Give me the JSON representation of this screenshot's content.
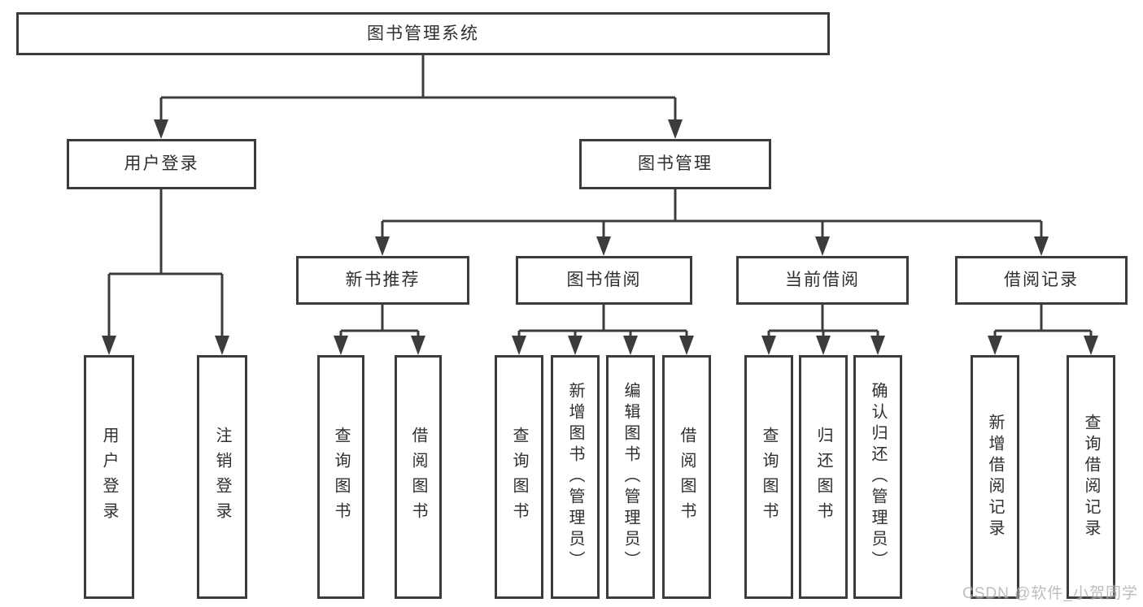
{
  "watermark": "CSDN @软件_小贺同学",
  "colors": {
    "line": "#3c3c3c",
    "box_border": "#3c3c3c",
    "box_background": "#ffffff",
    "text": "#2f2f2f",
    "watermark": "#949494"
  },
  "tree": {
    "root": {
      "label": "图书管理系统"
    },
    "branches": [
      {
        "label": "用户登录",
        "children": [
          {
            "label": "用户登录"
          },
          {
            "label": "注销登录"
          }
        ]
      },
      {
        "label": "图书管理",
        "children": [
          {
            "label": "新书推荐",
            "children": [
              {
                "label": "查询图书"
              },
              {
                "label": "借阅图书"
              }
            ]
          },
          {
            "label": "图书借阅",
            "children": [
              {
                "label": "查询图书"
              },
              {
                "label": "新增图书（管理员）"
              },
              {
                "label": "编辑图书（管理员）"
              },
              {
                "label": "借阅图书"
              }
            ]
          },
          {
            "label": "当前借阅",
            "children": [
              {
                "label": "查询图书"
              },
              {
                "label": "归还图书"
              },
              {
                "label": "确认归还（管理员）"
              }
            ]
          },
          {
            "label": "借阅记录",
            "children": [
              {
                "label": "新增借阅记录"
              },
              {
                "label": "查询借阅记录"
              }
            ]
          }
        ]
      }
    ]
  }
}
